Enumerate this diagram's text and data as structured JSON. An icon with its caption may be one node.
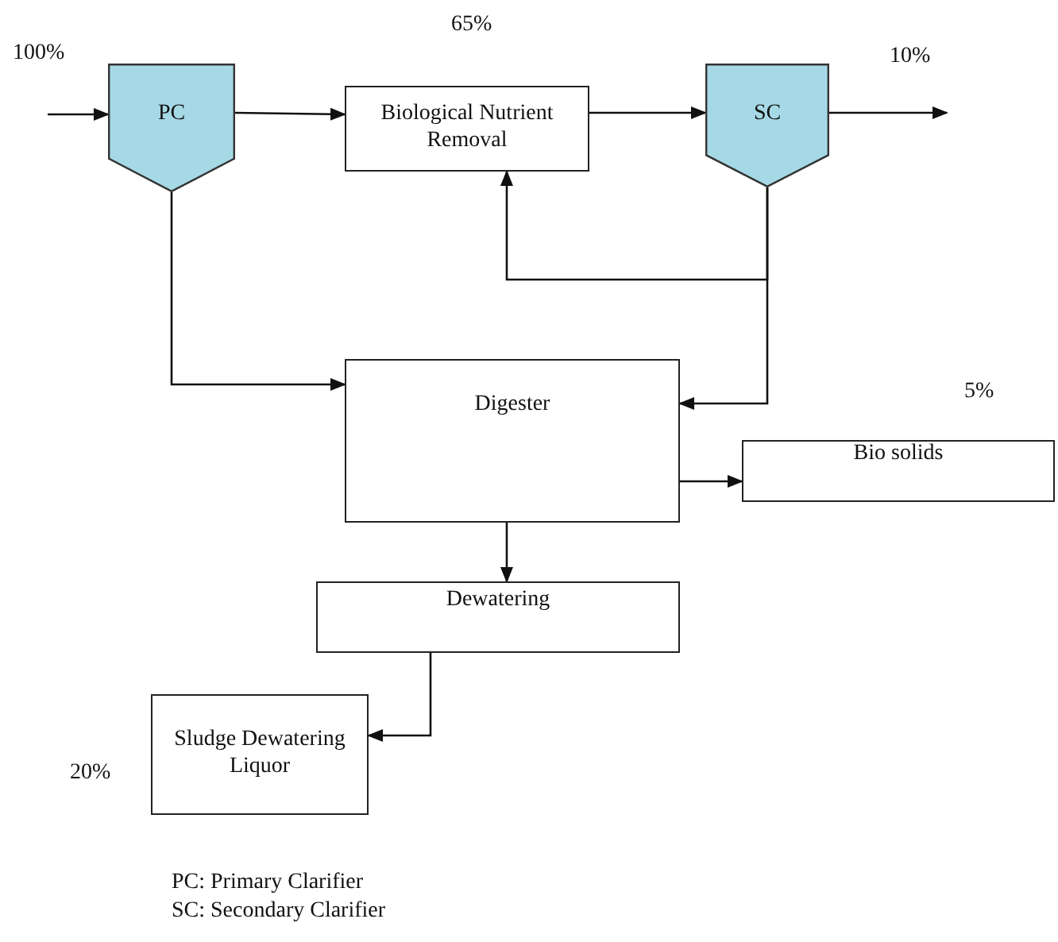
{
  "diagram": {
    "nodes": [
      {
        "text": [
          "PC"
        ]
      },
      {
        "text": [
          "Biological Nutrient Removal"
        ]
      },
      {
        "text": [
          "SC"
        ]
      },
      {
        "text": [
          "Digester"
        ]
      },
      {
        "text": [
          "Bio solids"
        ]
      },
      {
        "text": [
          "Dewatering"
        ]
      },
      {
        "text": [
          "Sludge Dewatering Liquor"
        ]
      }
    ],
    "edges": [
      {
        "from": null,
        "to": 0,
        "arrow": "to"
      },
      {
        "from": 0,
        "to": 1,
        "arrow": "to"
      },
      {
        "from": 1,
        "to": 2,
        "arrow": "to"
      },
      {
        "from": 2,
        "to": null,
        "arrow": "to"
      },
      {
        "from": 2,
        "to": 1,
        "arrow": "to"
      },
      {
        "from": 0,
        "to": 3,
        "arrow": "to"
      },
      {
        "from": 2,
        "to": 3,
        "arrow": "to"
      },
      {
        "from": 3,
        "to": 4,
        "arrow": "to"
      },
      {
        "from": 3,
        "to": 5,
        "arrow": "to"
      },
      {
        "from": 5,
        "to": 6,
        "arrow": "to"
      }
    ],
    "labels": [
      "100%",
      "65%",
      "10%",
      "5%",
      "20%",
      "PC: Primary Clarifier",
      "SC: Secondary Clarifier"
    ]
  }
}
